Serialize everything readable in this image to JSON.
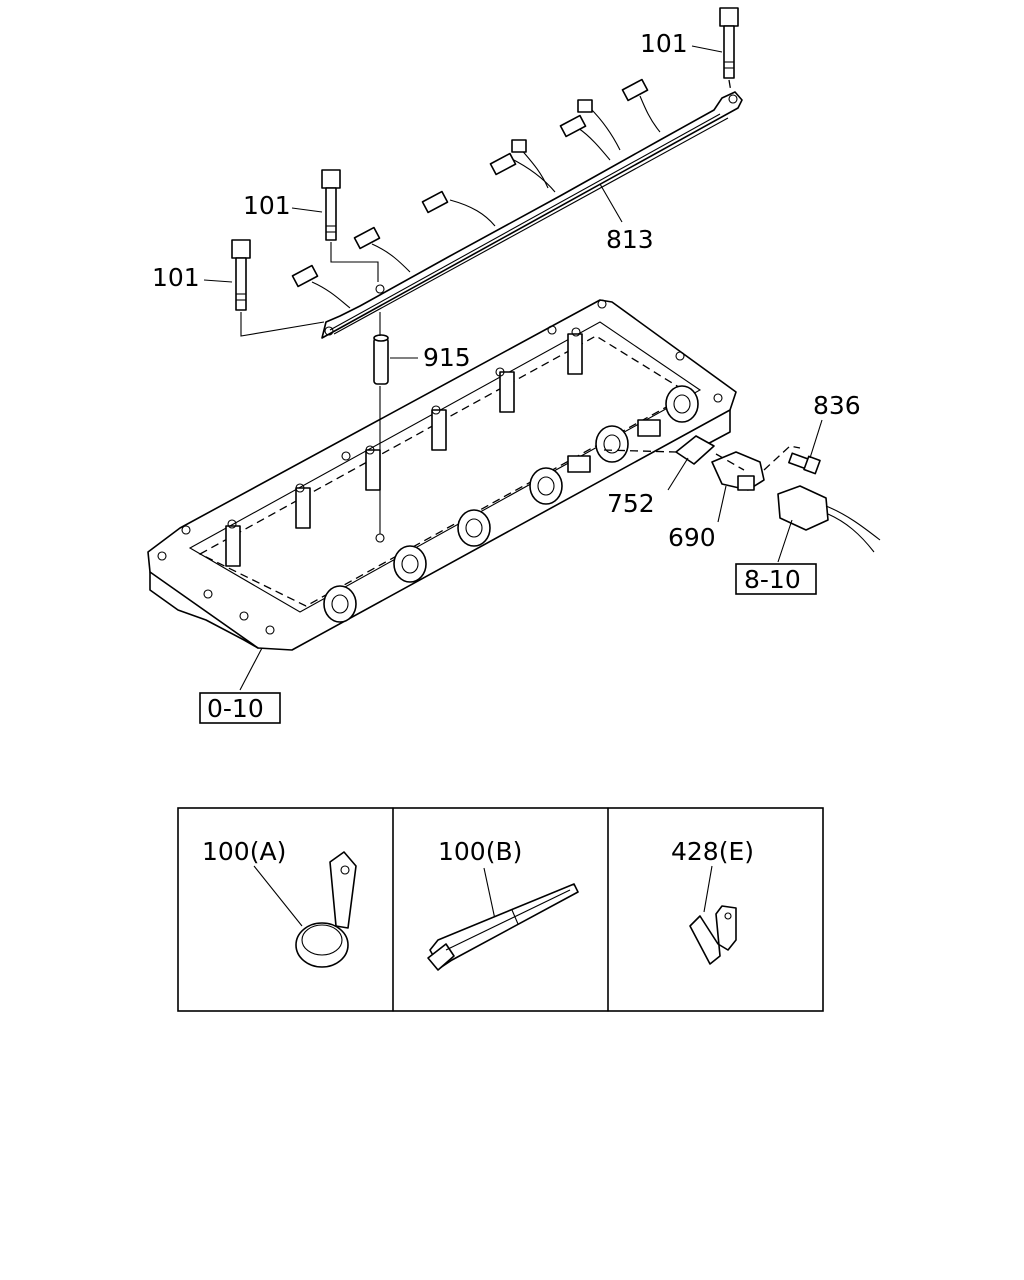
{
  "callouts": {
    "bolt_top": "101",
    "bolt_mid": "101",
    "bolt_left": "101",
    "harness": "813",
    "spacer": "915",
    "bolt_sensor": "836",
    "gasket": "752",
    "sensor": "690",
    "ref_connector": "8-10",
    "ref_cover": "0-10"
  },
  "inset": {
    "panel_a_label": "100(A)",
    "panel_b_label": "100(B)",
    "panel_e_label": "428(E)"
  }
}
